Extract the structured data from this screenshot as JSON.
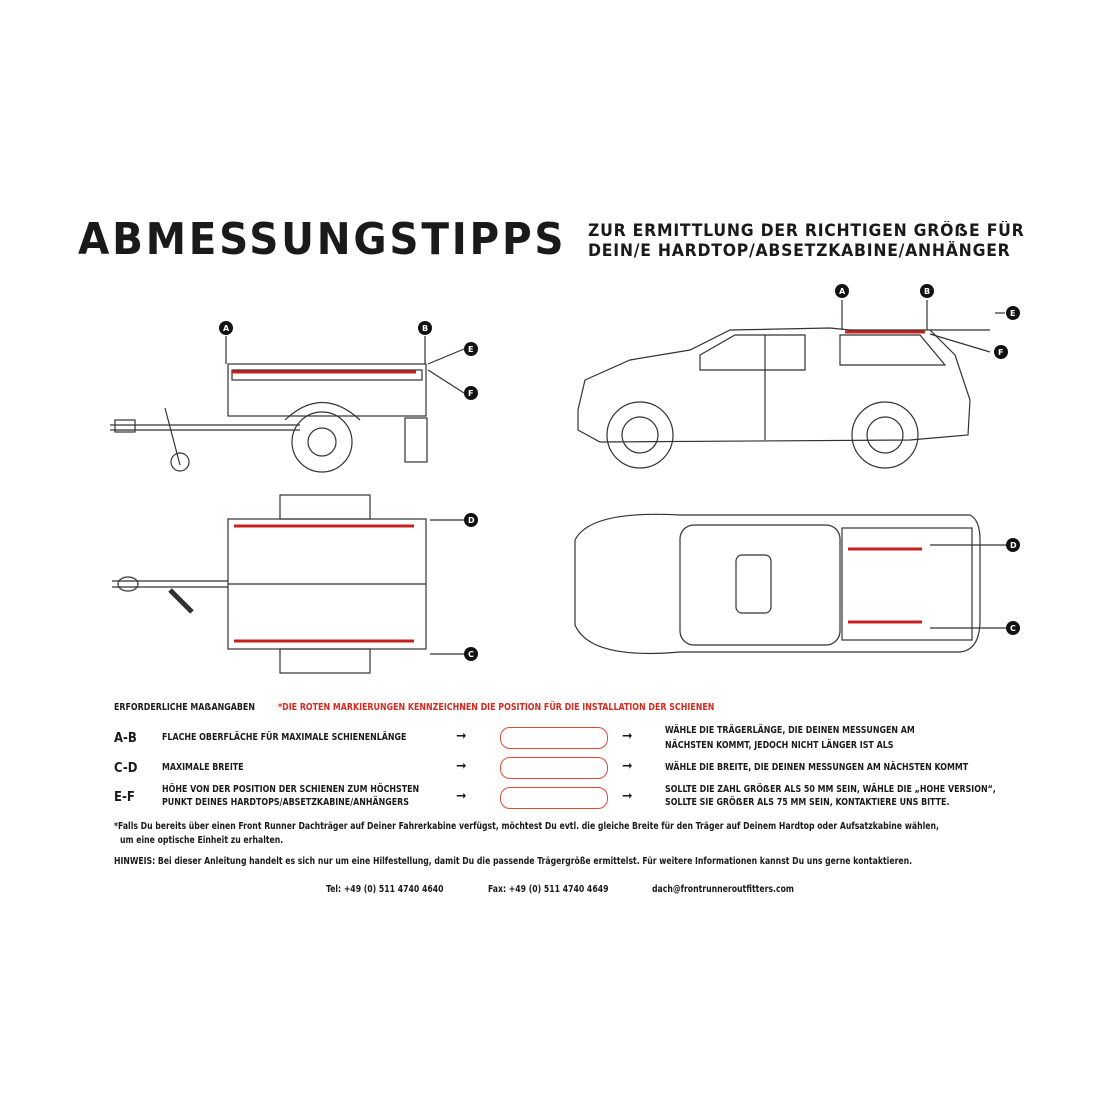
{
  "title": "ABMESSUNGSTIPPS",
  "subtitle": [
    "ZUR ERMITTLUNG DER RICHTIGEN GRÖẞE FÜR",
    "DEIN/E HARDTOP/ABSETZKABINE/ANHÄNGER"
  ],
  "markers": {
    "a": "A",
    "b": "B",
    "c": "C",
    "d": "D",
    "e": "E",
    "f": "F"
  },
  "colors": {
    "rail": "#c8201c",
    "accent": "#d42a20"
  },
  "requirements": {
    "heading": "ERFORDERLICHE MAẞANGABEN",
    "red_note": "*DIE ROTEN MARKIERUNGEN KENNZEICHNEN DIE POSITION FÜR DIE INSTALLATION DER SCHIENEN",
    "rows": [
      {
        "code": "A-B",
        "label": [
          "FLACHE OBERFLÄCHE FÜR MAXIMALE SCHIENENLÄNGE"
        ],
        "input": "",
        "advice": [
          "WÄHLE DIE TRÄGERLÄNGE, DIE DEINEN MESSUNGEN AM",
          "NÄCHSTEN KOMMT, JEDOCH NICHT LÄNGER IST ALS"
        ]
      },
      {
        "code": "C-D",
        "label": [
          "MAXIMALE BREITE"
        ],
        "input": "",
        "advice": [
          "WÄHLE DIE BREITE, DIE DEINEN MESSUNGEN AM NÄCHSTEN KOMMT"
        ]
      },
      {
        "code": "E-F",
        "label": [
          "HÖHE VON DER POSITION DER SCHIENEN ZUM HÖCHSTEN",
          "PUNKT DEINES HARDTOPS/ABSETZKABINE/ANHÄNGERS"
        ],
        "input": "",
        "advice": [
          "SOLLTE DIE ZAHL GRÖẞER ALS 50 MM SEIN, WÄHLE DIE „HOHE VERSION“,",
          "SOLLTE SIE GRÖẞER ALS 75 MM SEIN, KONTAKTIERE UNS BITTE."
        ]
      }
    ]
  },
  "footnote": [
    "*Falls Du bereits über einen Front Runner Dachträger auf Deiner Fahrerkabine verfügst, möchtest Du evtl. die gleiche Breite für den Träger auf Deinem Hardtop oder Aufsatzkabine wählen,",
    "um eine optische Einheit zu erhalten."
  ],
  "hinweis": "HINWEIS: Bei dieser Anleitung handelt es sich nur um eine Hilfestellung, damit Du die passende Trägergröße ermittelst. Für weitere Informationen kannst Du uns gerne kontaktieren.",
  "contact": {
    "tel": "Tel: +49 (0) 511 4740 4640",
    "fax": "Fax: +49 (0) 511 4740 4649",
    "email": "dach@frontrunneroutfitters.com"
  }
}
